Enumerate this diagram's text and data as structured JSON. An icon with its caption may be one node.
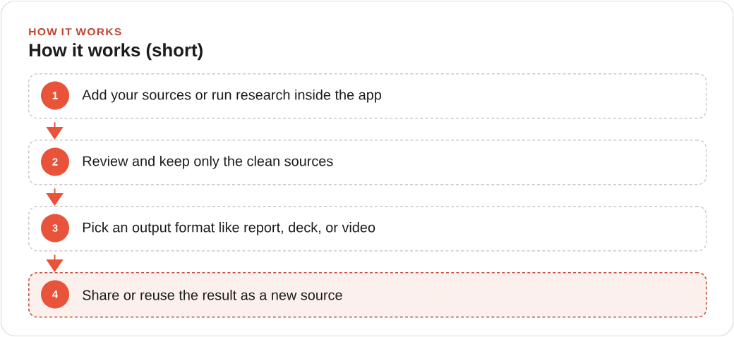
{
  "diagram": {
    "title": "How it works (short)",
    "nodes": [
      {
        "text": [
          "Add your sources or run research inside the app"
        ]
      },
      {
        "text": [
          "1"
        ],
        "in": 0
      },
      {
        "text": [
          "Review and keep only the clean sources"
        ]
      },
      {
        "text": [
          "2"
        ],
        "in": 2
      },
      {
        "text": [
          "Pick an output format like report, deck, or video"
        ]
      },
      {
        "text": [
          "3"
        ],
        "in": 4
      },
      {
        "text": [
          "Share or reuse the result as a new source"
        ]
      },
      {
        "text": [
          "4"
        ],
        "in": 6
      }
    ],
    "edges": [
      {
        "from": 0,
        "to": 2,
        "arrow": "to"
      },
      {
        "from": 2,
        "to": 4,
        "arrow": "to"
      },
      {
        "from": 4,
        "to": 6,
        "arrow": "to"
      }
    ],
    "labels": [
      "HOW IT WORKS"
    ]
  }
}
